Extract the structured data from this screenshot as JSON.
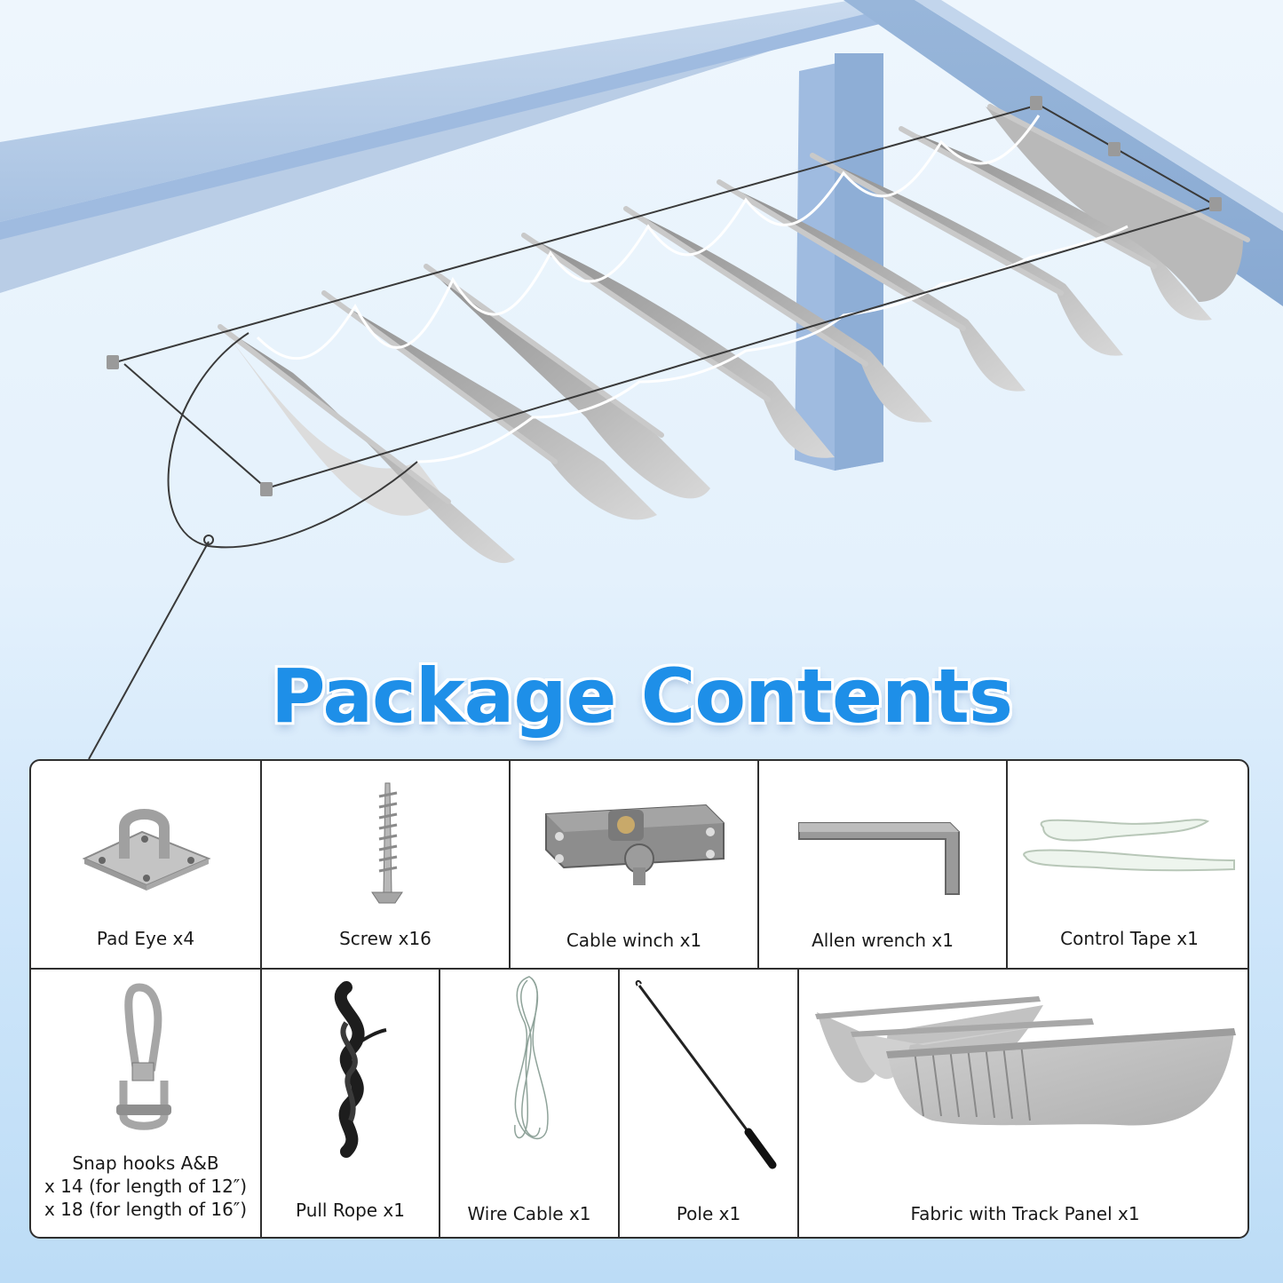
{
  "headline": "Package Contents",
  "colors": {
    "headline": "#1e8fe8",
    "frame": "#a9c4e4",
    "fabric": "#a7a7a7",
    "background": "#e4f1fc"
  },
  "items_row1": [
    {
      "icon": "pad-eye-icon",
      "label": "Pad Eye x4"
    },
    {
      "icon": "screw-icon",
      "label": "Screw x16"
    },
    {
      "icon": "cable-winch-icon",
      "label": "Cable winch x1"
    },
    {
      "icon": "allen-wrench-icon",
      "label": "Allen wrench x1"
    },
    {
      "icon": "control-tape-icon",
      "label": "Control Tape x1"
    }
  ],
  "items_row2": [
    {
      "icon": "snap-hook-icon",
      "label_lines": [
        "Snap hooks A&B",
        "x 14 (for length of 12″)",
        "x 18 (for length of 16″)"
      ]
    },
    {
      "icon": "pull-rope-icon",
      "label": "Pull Rope x1"
    },
    {
      "icon": "wire-cable-icon",
      "label": "Wire Cable x1"
    },
    {
      "icon": "pole-icon",
      "label": "Pole x1"
    },
    {
      "icon": "fabric-track-panel-icon",
      "label": "Fabric with Track Panel x1"
    }
  ]
}
